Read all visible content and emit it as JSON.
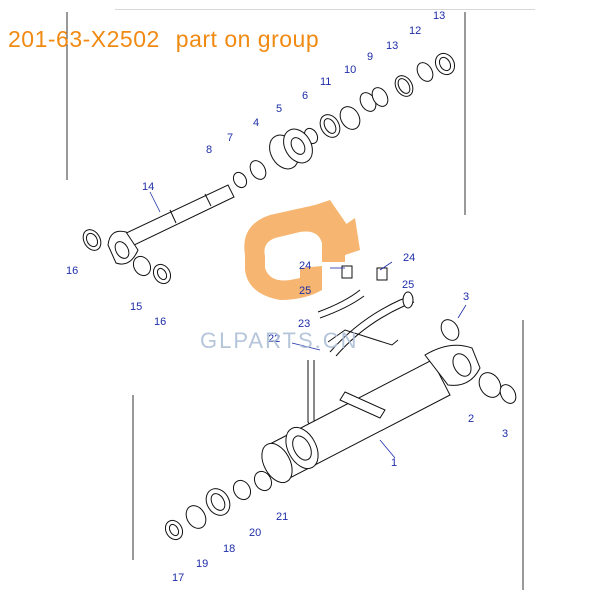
{
  "header": {
    "part_number": "201-63-X2502",
    "suffix": "part on group"
  },
  "watermark": {
    "text": "GLPARTS.CN"
  },
  "callouts": [
    "13",
    "12",
    "13",
    "9",
    "10",
    "11",
    "6",
    "5",
    "4",
    "7",
    "8",
    "14",
    "16",
    "15",
    "16",
    "24",
    "24",
    "25",
    "25",
    "23",
    "3",
    "22",
    "2",
    "3",
    "1",
    "21",
    "20",
    "18",
    "19",
    "17"
  ],
  "colors": {
    "title": "#f08a12",
    "callout": "#1e2da8",
    "line": "#222222",
    "watermark_orange": "#f4a24a",
    "watermark_blue": "#aebfd6"
  }
}
